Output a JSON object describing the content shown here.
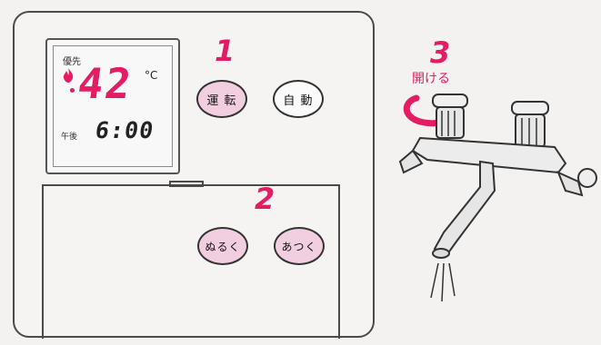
{
  "display": {
    "priority_label": "優先",
    "temperature": "42",
    "temperature_unit": "°C",
    "pm_label": "午後",
    "time": "6:00"
  },
  "buttons": {
    "run": "運 転",
    "auto": "自 動",
    "cooler": "ぬるく",
    "hotter": "あつく"
  },
  "steps": {
    "step1": "1",
    "step2": "2",
    "step3": "3",
    "step3_text": "開ける"
  },
  "colors": {
    "accent": "#e31c64",
    "button_pink": "#f2cfe0"
  },
  "icons": {
    "flame": "flame-icon",
    "faucet": "faucet-illustration",
    "arrow": "turn-arrow-icon"
  }
}
